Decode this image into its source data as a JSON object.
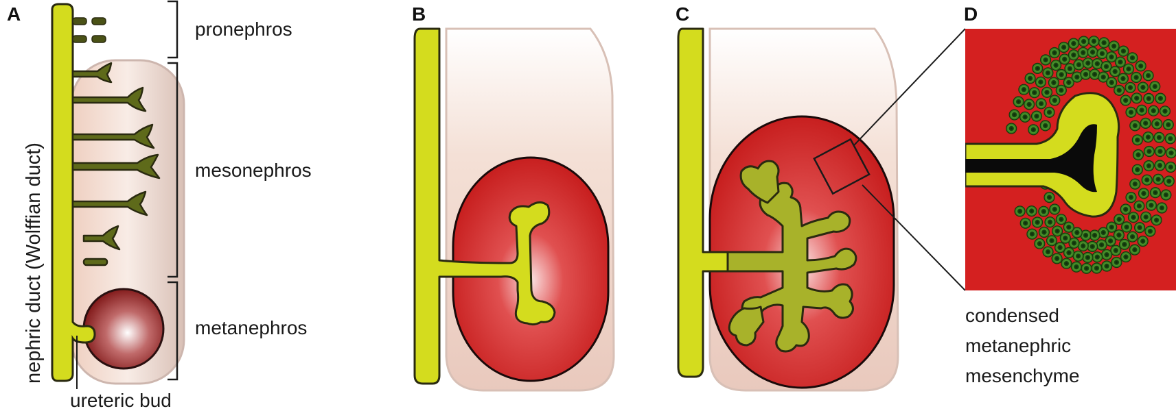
{
  "panels": {
    "a": {
      "letter": "A"
    },
    "b": {
      "letter": "B"
    },
    "c": {
      "letter": "C"
    },
    "d": {
      "letter": "D"
    }
  },
  "labels": {
    "pronephros": "pronephros",
    "mesonephros": "mesonephros",
    "metanephros": "metanephros",
    "nephric_duct": "nephric duct (Wolffian duct)",
    "ureteric_bud": "ureteric bud",
    "condensed_line1": "condensed",
    "condensed_line2": "metanephric",
    "condensed_line3": "mesenchyme"
  },
  "colors": {
    "duct_yellow": "#d4dc1e",
    "tubule_olive": "#5e6a1a",
    "outline": "#2a2a10",
    "kidney_red": "#d42020",
    "mesenchyme_green": "#3e8a22",
    "background_tissue": "#f1d4c6"
  }
}
